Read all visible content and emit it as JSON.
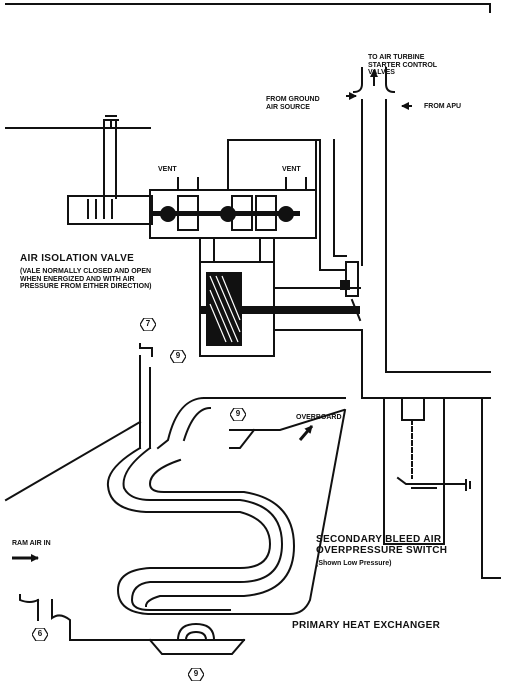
{
  "labels": {
    "to_air_turbine": [
      "TO AIR TURBINE",
      "STARTER CONTROL",
      "VALVES"
    ],
    "from_ground": [
      "FROM GROUND",
      "AIR SOURCE"
    ],
    "from_apu": "FROM APU",
    "vent_left": "VENT",
    "vent_right": "VENT",
    "air_isolation_title": "AIR ISOLATION VALVE",
    "air_isolation_note": [
      "(VALE NORMALLY CLOSED AND OPEN",
      "WHEN ENERGIZED AND WITH AIR",
      "PRESSURE FROM EITHER DIRECTION)"
    ],
    "overboard": "OVERBOARD",
    "ram_air_in": "RAM AIR IN",
    "secondary_switch": [
      "SECONDARY BLEED AIR",
      "OVERPRESSURE SWITCH"
    ],
    "switch_state": "(Shown Low Pressure)",
    "primary_hx": "PRIMARY HEAT EXCHANGER"
  },
  "callouts": {
    "c7": "7",
    "c9_upper": "9",
    "c9_mid": "9",
    "c6": "6",
    "c9_bottom": "9"
  }
}
